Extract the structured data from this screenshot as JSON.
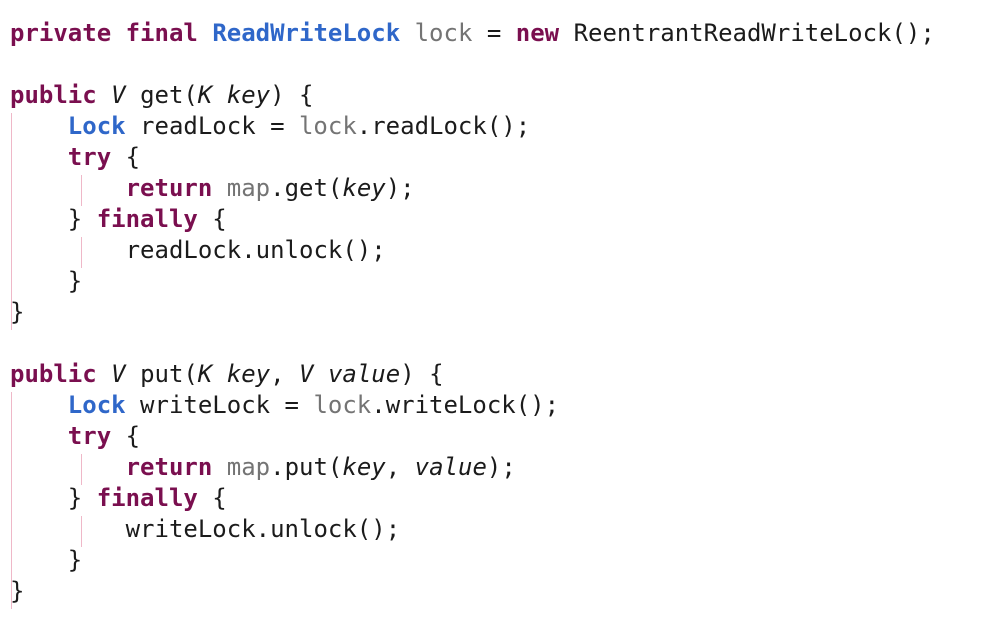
{
  "code": {
    "lines": [
      {
        "tokens": [
          {
            "t": "private",
            "k": "kw"
          },
          {
            "t": " ",
            "k": "plain"
          },
          {
            "t": "final",
            "k": "kw"
          },
          {
            "t": " ",
            "k": "plain"
          },
          {
            "t": "ReadWriteLock",
            "k": "type"
          },
          {
            "t": " ",
            "k": "plain"
          },
          {
            "t": "lock",
            "k": "field"
          },
          {
            "t": " = ",
            "k": "plain"
          },
          {
            "t": "new",
            "k": "kw"
          },
          {
            "t": " ",
            "k": "plain"
          },
          {
            "t": "ReentrantReadWriteLock",
            "k": "method"
          },
          {
            "t": "();",
            "k": "plain"
          }
        ]
      },
      {
        "tokens": []
      },
      {
        "tokens": [
          {
            "t": "public",
            "k": "kw"
          },
          {
            "t": " ",
            "k": "plain"
          },
          {
            "t": "V",
            "k": "typeparam"
          },
          {
            "t": " ",
            "k": "plain"
          },
          {
            "t": "get",
            "k": "method"
          },
          {
            "t": "(",
            "k": "plain"
          },
          {
            "t": "K",
            "k": "typeparam"
          },
          {
            "t": " ",
            "k": "plain"
          },
          {
            "t": "key",
            "k": "param"
          },
          {
            "t": ") {",
            "k": "plain"
          }
        ]
      },
      {
        "tokens": [
          {
            "t": "    ",
            "k": "plain"
          },
          {
            "t": "Lock",
            "k": "type"
          },
          {
            "t": " readLock = ",
            "k": "plain"
          },
          {
            "t": "lock",
            "k": "field"
          },
          {
            "t": ".",
            "k": "plain"
          },
          {
            "t": "readLock",
            "k": "method"
          },
          {
            "t": "();",
            "k": "plain"
          }
        ]
      },
      {
        "tokens": [
          {
            "t": "    ",
            "k": "plain"
          },
          {
            "t": "try",
            "k": "kw"
          },
          {
            "t": " {",
            "k": "plain"
          }
        ]
      },
      {
        "tokens": [
          {
            "t": "        ",
            "k": "plain"
          },
          {
            "t": "return",
            "k": "kw"
          },
          {
            "t": " ",
            "k": "plain"
          },
          {
            "t": "map",
            "k": "field"
          },
          {
            "t": ".",
            "k": "plain"
          },
          {
            "t": "get",
            "k": "method"
          },
          {
            "t": "(",
            "k": "plain"
          },
          {
            "t": "key",
            "k": "param"
          },
          {
            "t": ");",
            "k": "plain"
          }
        ]
      },
      {
        "tokens": [
          {
            "t": "    } ",
            "k": "plain"
          },
          {
            "t": "finally",
            "k": "kw"
          },
          {
            "t": " {",
            "k": "plain"
          }
        ]
      },
      {
        "tokens": [
          {
            "t": "        readLock.",
            "k": "plain"
          },
          {
            "t": "unlock",
            "k": "method"
          },
          {
            "t": "();",
            "k": "plain"
          }
        ]
      },
      {
        "tokens": [
          {
            "t": "    }",
            "k": "plain"
          }
        ]
      },
      {
        "tokens": [
          {
            "t": "}",
            "k": "plain"
          }
        ]
      },
      {
        "tokens": []
      },
      {
        "tokens": [
          {
            "t": "public",
            "k": "kw"
          },
          {
            "t": " ",
            "k": "plain"
          },
          {
            "t": "V",
            "k": "typeparam"
          },
          {
            "t": " ",
            "k": "plain"
          },
          {
            "t": "put",
            "k": "method"
          },
          {
            "t": "(",
            "k": "plain"
          },
          {
            "t": "K",
            "k": "typeparam"
          },
          {
            "t": " ",
            "k": "plain"
          },
          {
            "t": "key",
            "k": "param"
          },
          {
            "t": ", ",
            "k": "plain"
          },
          {
            "t": "V",
            "k": "typeparam"
          },
          {
            "t": " ",
            "k": "plain"
          },
          {
            "t": "value",
            "k": "param"
          },
          {
            "t": ") {",
            "k": "plain"
          }
        ]
      },
      {
        "tokens": [
          {
            "t": "    ",
            "k": "plain"
          },
          {
            "t": "Lock",
            "k": "type"
          },
          {
            "t": " writeLock = ",
            "k": "plain"
          },
          {
            "t": "lock",
            "k": "field"
          },
          {
            "t": ".",
            "k": "plain"
          },
          {
            "t": "writeLock",
            "k": "method"
          },
          {
            "t": "();",
            "k": "plain"
          }
        ]
      },
      {
        "tokens": [
          {
            "t": "    ",
            "k": "plain"
          },
          {
            "t": "try",
            "k": "kw"
          },
          {
            "t": " {",
            "k": "plain"
          }
        ]
      },
      {
        "tokens": [
          {
            "t": "        ",
            "k": "plain"
          },
          {
            "t": "return",
            "k": "kw"
          },
          {
            "t": " ",
            "k": "plain"
          },
          {
            "t": "map",
            "k": "field"
          },
          {
            "t": ".",
            "k": "plain"
          },
          {
            "t": "put",
            "k": "method"
          },
          {
            "t": "(",
            "k": "plain"
          },
          {
            "t": "key",
            "k": "param"
          },
          {
            "t": ", ",
            "k": "plain"
          },
          {
            "t": "value",
            "k": "param"
          },
          {
            "t": ");",
            "k": "plain"
          }
        ]
      },
      {
        "tokens": [
          {
            "t": "    } ",
            "k": "plain"
          },
          {
            "t": "finally",
            "k": "kw"
          },
          {
            "t": " {",
            "k": "plain"
          }
        ]
      },
      {
        "tokens": [
          {
            "t": "        writeLock.",
            "k": "plain"
          },
          {
            "t": "unlock",
            "k": "method"
          },
          {
            "t": "();",
            "k": "plain"
          }
        ]
      },
      {
        "tokens": [
          {
            "t": "    }",
            "k": "plain"
          }
        ]
      },
      {
        "tokens": [
          {
            "t": "}",
            "k": "plain"
          }
        ]
      }
    ]
  },
  "colors": {
    "keyword": "#7a0f4f",
    "type": "#2f67c9",
    "field": "#747474",
    "text": "#1b1b1b",
    "indent_guide": "#efb8c8",
    "background": "#ffffff"
  }
}
